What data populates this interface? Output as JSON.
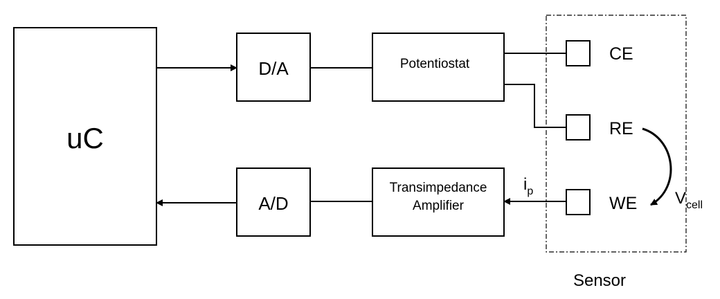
{
  "blocks": {
    "uc": "uC",
    "da": "D/A",
    "potentiostat": "Potentiostat",
    "ad": "A/D",
    "tia_line1": "Transimpedance",
    "tia_line2": "Amplifier"
  },
  "electrodes": {
    "ce": "CE",
    "re": "RE",
    "we": "WE"
  },
  "signals": {
    "current_main": "i",
    "current_sub": "p",
    "voltage_main": "V",
    "voltage_sub": "cell"
  },
  "sensor_label": "Sensor"
}
